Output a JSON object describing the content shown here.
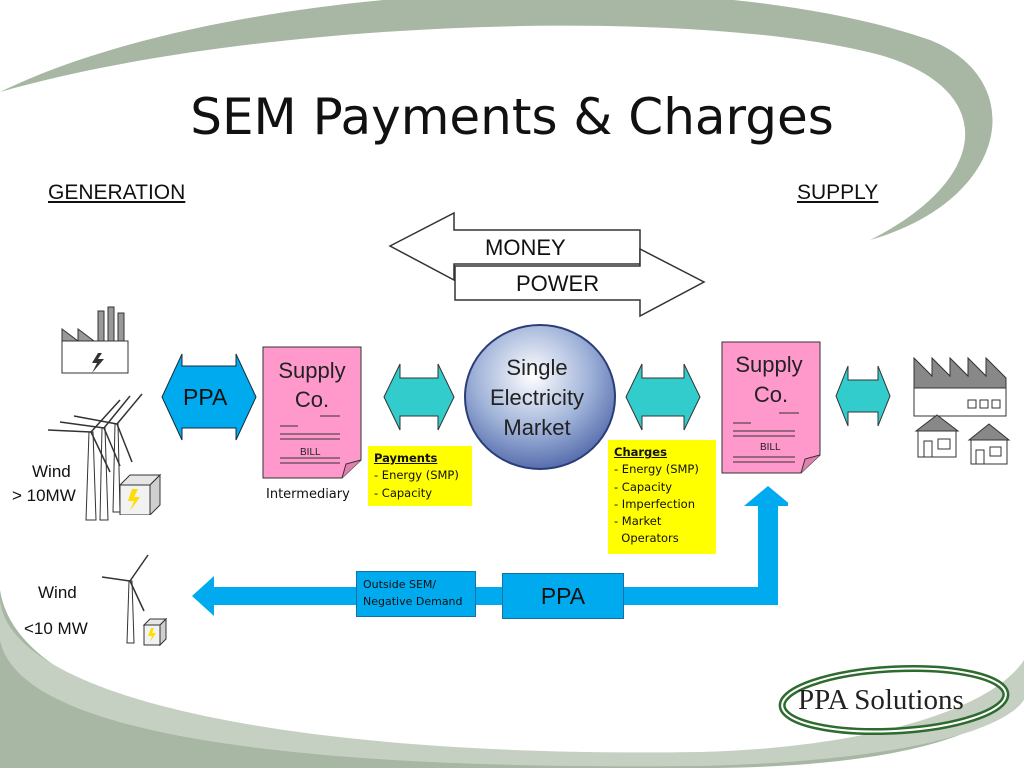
{
  "title": "SEM Payments & Charges",
  "generation_heading": "GENERATION",
  "supply_heading": "SUPPLY",
  "money_label": "MONEY",
  "power_label": "POWER",
  "left_ppa_label": "PPA",
  "left_supply_doc": {
    "line1": "Supply",
    "line2": "Co.",
    "bill": "BILL"
  },
  "intermediary_label": "Intermediary",
  "market": {
    "line1": "Single",
    "line2": "Electricity",
    "line3": "Market"
  },
  "right_supply_doc": {
    "line1": "Supply",
    "line2": "Co.",
    "bill": "BILL"
  },
  "payments_note": {
    "heading": "Payments",
    "items": [
      "- Energy (SMP)",
      "- Capacity"
    ]
  },
  "charges_note": {
    "heading": "Charges",
    "items": [
      "- Energy (SMP)",
      "- Capacity",
      "- Imperfection",
      "- Market",
      "  Operators"
    ]
  },
  "wind_large": {
    "line1": "Wind",
    "line2": "> 10MW"
  },
  "wind_small": {
    "line1": "Wind",
    "line2": "<10 MW"
  },
  "outside_sem": {
    "line1": "Outside SEM/",
    "line2": "Negative Demand"
  },
  "bottom_ppa_label": "PPA",
  "logo_text": "PPA Solutions",
  "colors": {
    "swoosh": "#a7b7a3",
    "pink": "#ff99cc",
    "teal": "#33cccc",
    "blue_arrow": "#00aaee",
    "yellow": "#ffff00",
    "logo_green": "#2e6b2e"
  }
}
